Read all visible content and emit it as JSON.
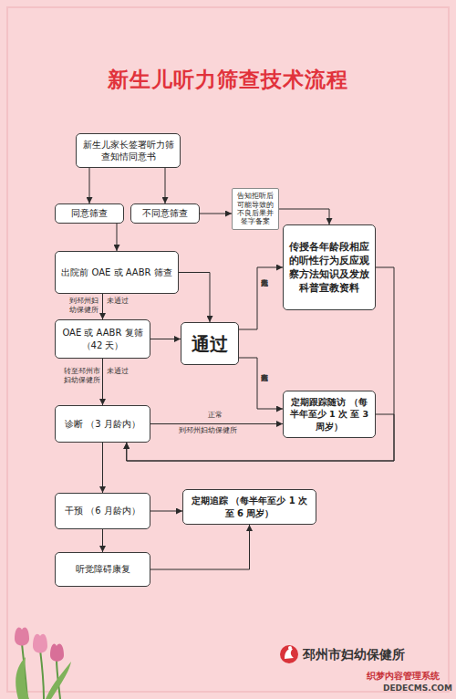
{
  "diagram": {
    "title": "新生儿听力筛查技术流程",
    "nodes": [
      {
        "text": [
          "新生儿家长签署听力筛查知情同意书"
        ]
      },
      {
        "text": [
          "同意筛查"
        ]
      },
      {
        "text": [
          "不同意筛查"
        ]
      },
      {
        "text": [
          "告知拒听后可能导致的不良后果并签字备案"
        ]
      },
      {
        "text": [
          "出院前 OAE 或 AABR 筛查"
        ]
      },
      {
        "text": [
          "传授各年龄段相应的听性行为反应观察方法知识及发放科普宣教资料"
        ]
      },
      {
        "text": [
          "OAE 或 AABR 复筛 （42 天）"
        ]
      },
      {
        "text": [
          "通过"
        ]
      },
      {
        "text": [
          "诊断 （3 月龄内）"
        ]
      },
      {
        "text": [
          "定期跟踪随访 （每半年至少 1 次 至 3 周岁）"
        ]
      },
      {
        "text": [
          "干预 （6 月龄内）"
        ]
      },
      {
        "text": [
          "定期追踪 （每半年至少 1 次至 6 周岁）"
        ]
      },
      {
        "text": [
          "听觉障碍康复"
        ]
      }
    ],
    "edges": [
      {
        "from": 0,
        "to": 1,
        "arrow": "to"
      },
      {
        "from": 0,
        "to": 2,
        "arrow": "to"
      },
      {
        "from": 2,
        "to": 3,
        "arrow": "to"
      },
      {
        "from": 3,
        "to": 5,
        "arrow": "to"
      },
      {
        "from": 1,
        "to": 4,
        "arrow": "to"
      },
      {
        "from": 4,
        "to": 6,
        "label": "未通过",
        "arrow": "to"
      },
      {
        "from": 4,
        "to": 7,
        "arrow": "to"
      },
      {
        "from": 6,
        "to": 7,
        "arrow": "to"
      },
      {
        "from": 6,
        "to": 8,
        "label": "未通过",
        "arrow": "to"
      },
      {
        "from": 7,
        "to": 5,
        "label": "无高危因素",
        "arrow": "to"
      },
      {
        "from": 7,
        "to": 9,
        "label": "有高危因素",
        "arrow": "to"
      },
      {
        "from": 8,
        "to": 9,
        "label": "正常",
        "arrow": "to"
      },
      {
        "from": 5,
        "to": 8,
        "arrow": "to"
      },
      {
        "from": 9,
        "to": 8,
        "arrow": "to"
      },
      {
        "from": 8,
        "to": 10,
        "arrow": "to"
      },
      {
        "from": 10,
        "to": 11,
        "arrow": "to"
      },
      {
        "from": 10,
        "to": 12,
        "arrow": "to"
      },
      {
        "from": 12,
        "to": 11,
        "arrow": "to"
      }
    ],
    "labels": [
      "到邳州妇幼保健所",
      "转至邳州市妇幼保健所",
      "到邳州妇幼保健所",
      "邳州市妇幼保健所",
      "织梦内容管理系统",
      "DEDECMS.COM"
    ]
  }
}
